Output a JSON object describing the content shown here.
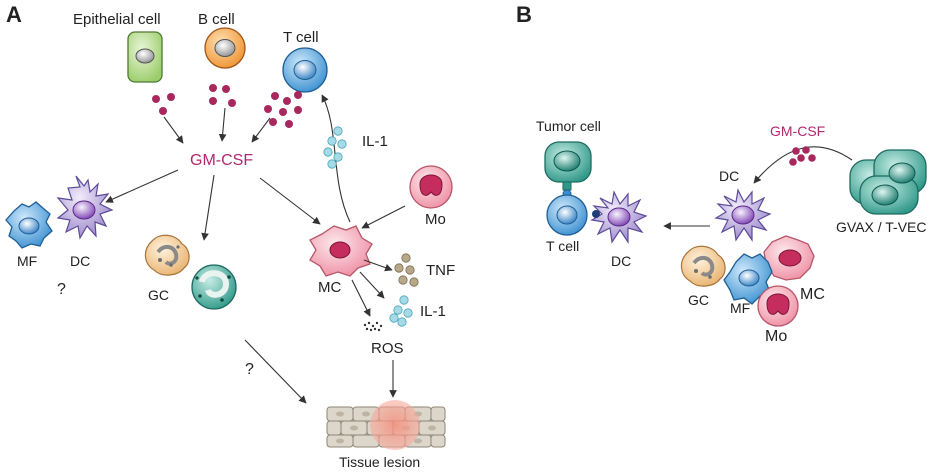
{
  "panel_a": {
    "letter": "A",
    "cells": {
      "epithelial": "Epithelial cell",
      "b_cell": "B cell",
      "t_cell": "T cell",
      "mf": "MF",
      "dc": "DC",
      "gc": "GC",
      "mc": "MC",
      "mo": "Mo"
    },
    "cytokines": {
      "gm_csf": "GM-CSF",
      "il1_top": "IL-1",
      "tnf": "TNF",
      "il1_bottom": "IL-1",
      "ros": "ROS"
    },
    "question_1": "?",
    "question_2": "?",
    "tissue": "Tissue lesion"
  },
  "panel_b": {
    "letter": "B",
    "tumor_cell": "Tumor cell",
    "gm_csf": "GM-CSF",
    "dc_top": "DC",
    "t_cell": "T cell",
    "dc_bottom": "DC",
    "gvax": "GVAX / T-VEC",
    "gc": "GC",
    "mf": "MF",
    "mc": "MC",
    "mo": "Mo"
  },
  "colors": {
    "magenta": "#b0286f",
    "t_cell": "#5aa6dc",
    "dc": "#b7a7d8",
    "mast_cell": "#f3a9b8",
    "granulocyte": "#f3c98a",
    "tumor": "#3fa99b",
    "tissue": "#d8d2c6"
  }
}
